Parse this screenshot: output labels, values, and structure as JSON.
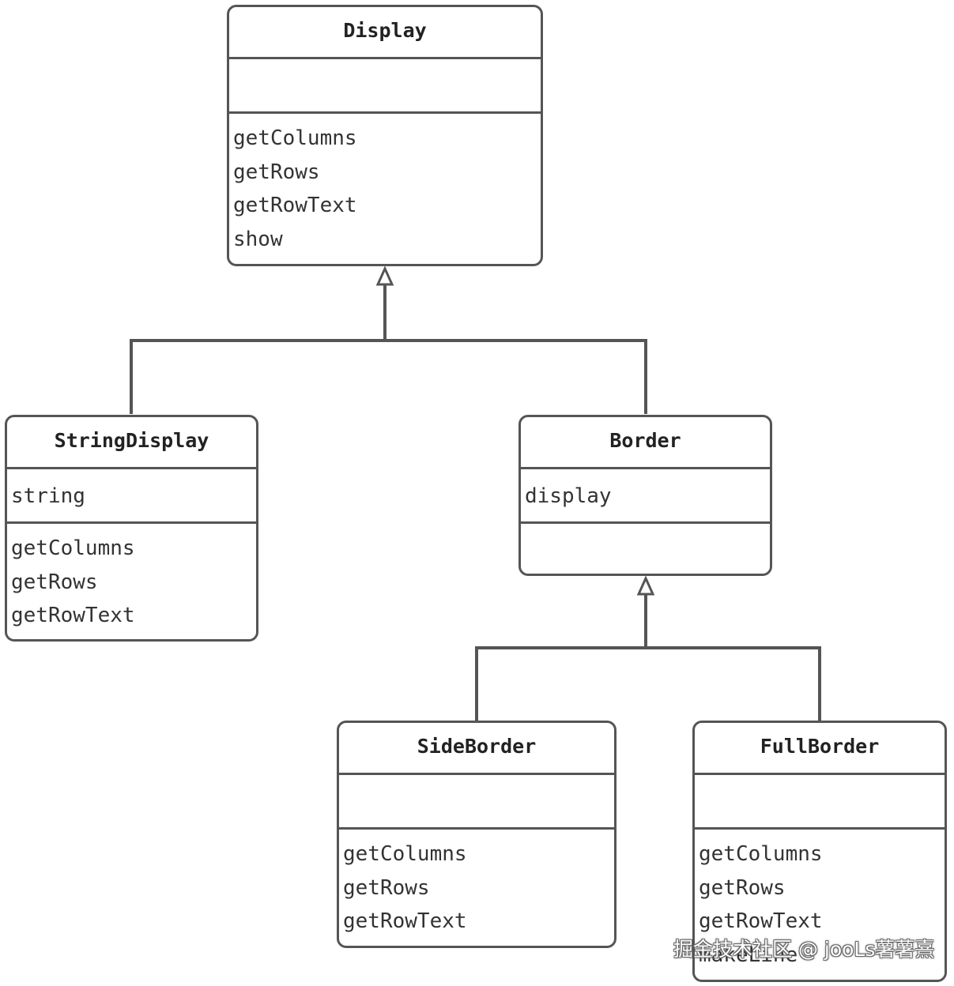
{
  "classes": {
    "display": {
      "name": "Display",
      "attributes": [],
      "operations": [
        "getColumns",
        "getRows",
        "getRowText",
        "show"
      ]
    },
    "string_display": {
      "name": "StringDisplay",
      "attributes": [
        "string"
      ],
      "operations": [
        "getColumns",
        "getRows",
        "getRowText"
      ]
    },
    "border": {
      "name": "Border",
      "attributes": [
        "display"
      ],
      "operations": []
    },
    "side_border": {
      "name": "SideBorder",
      "attributes": [],
      "operations": [
        "getColumns",
        "getRows",
        "getRowText"
      ]
    },
    "full_border": {
      "name": "FullBorder",
      "attributes": [],
      "operations": [
        "getColumns",
        "getRows",
        "getRowText",
        "makeLine"
      ]
    }
  },
  "relations": [
    {
      "type": "generalization",
      "child": "StringDisplay",
      "parent": "Display"
    },
    {
      "type": "generalization",
      "child": "Border",
      "parent": "Display"
    },
    {
      "type": "generalization",
      "child": "SideBorder",
      "parent": "Border"
    },
    {
      "type": "generalization",
      "child": "FullBorder",
      "parent": "Border"
    }
  ],
  "watermark": "掘金技术社区 @ jooLs薯薯熹",
  "colors": {
    "stroke": "#555555",
    "text": "#333333",
    "background": "#ffffff"
  }
}
